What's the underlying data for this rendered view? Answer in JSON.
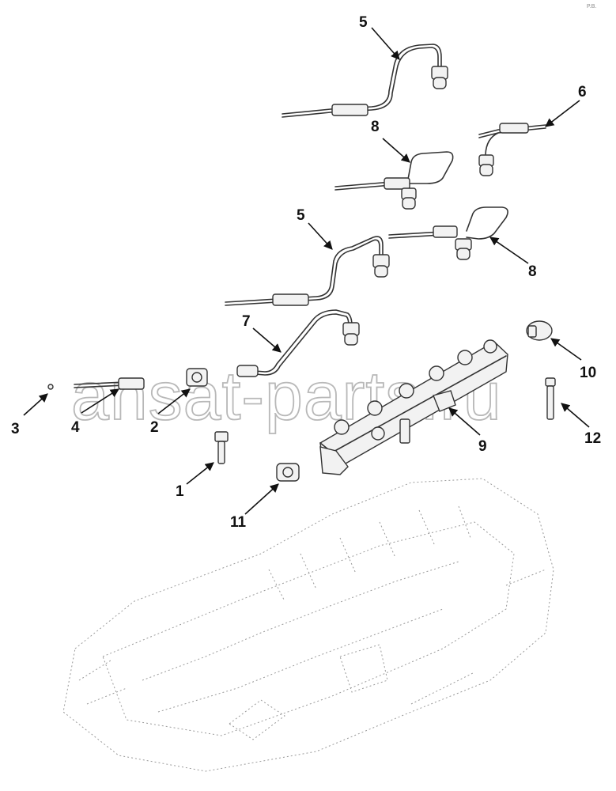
{
  "diagram": {
    "corner_mark": "P.B.",
    "watermark": "ansat-parts.ru",
    "callouts": [
      {
        "id": "c5a",
        "label": "5"
      },
      {
        "id": "c6",
        "label": "6"
      },
      {
        "id": "c8a",
        "label": "8"
      },
      {
        "id": "c5b",
        "label": "5"
      },
      {
        "id": "c8b",
        "label": "8"
      },
      {
        "id": "c7",
        "label": "7"
      },
      {
        "id": "c10",
        "label": "10"
      },
      {
        "id": "c3",
        "label": "3"
      },
      {
        "id": "c4",
        "label": "4"
      },
      {
        "id": "c2",
        "label": "2"
      },
      {
        "id": "c9",
        "label": "9"
      },
      {
        "id": "c12",
        "label": "12"
      },
      {
        "id": "c1",
        "label": "1"
      },
      {
        "id": "c11",
        "label": "11"
      }
    ]
  }
}
